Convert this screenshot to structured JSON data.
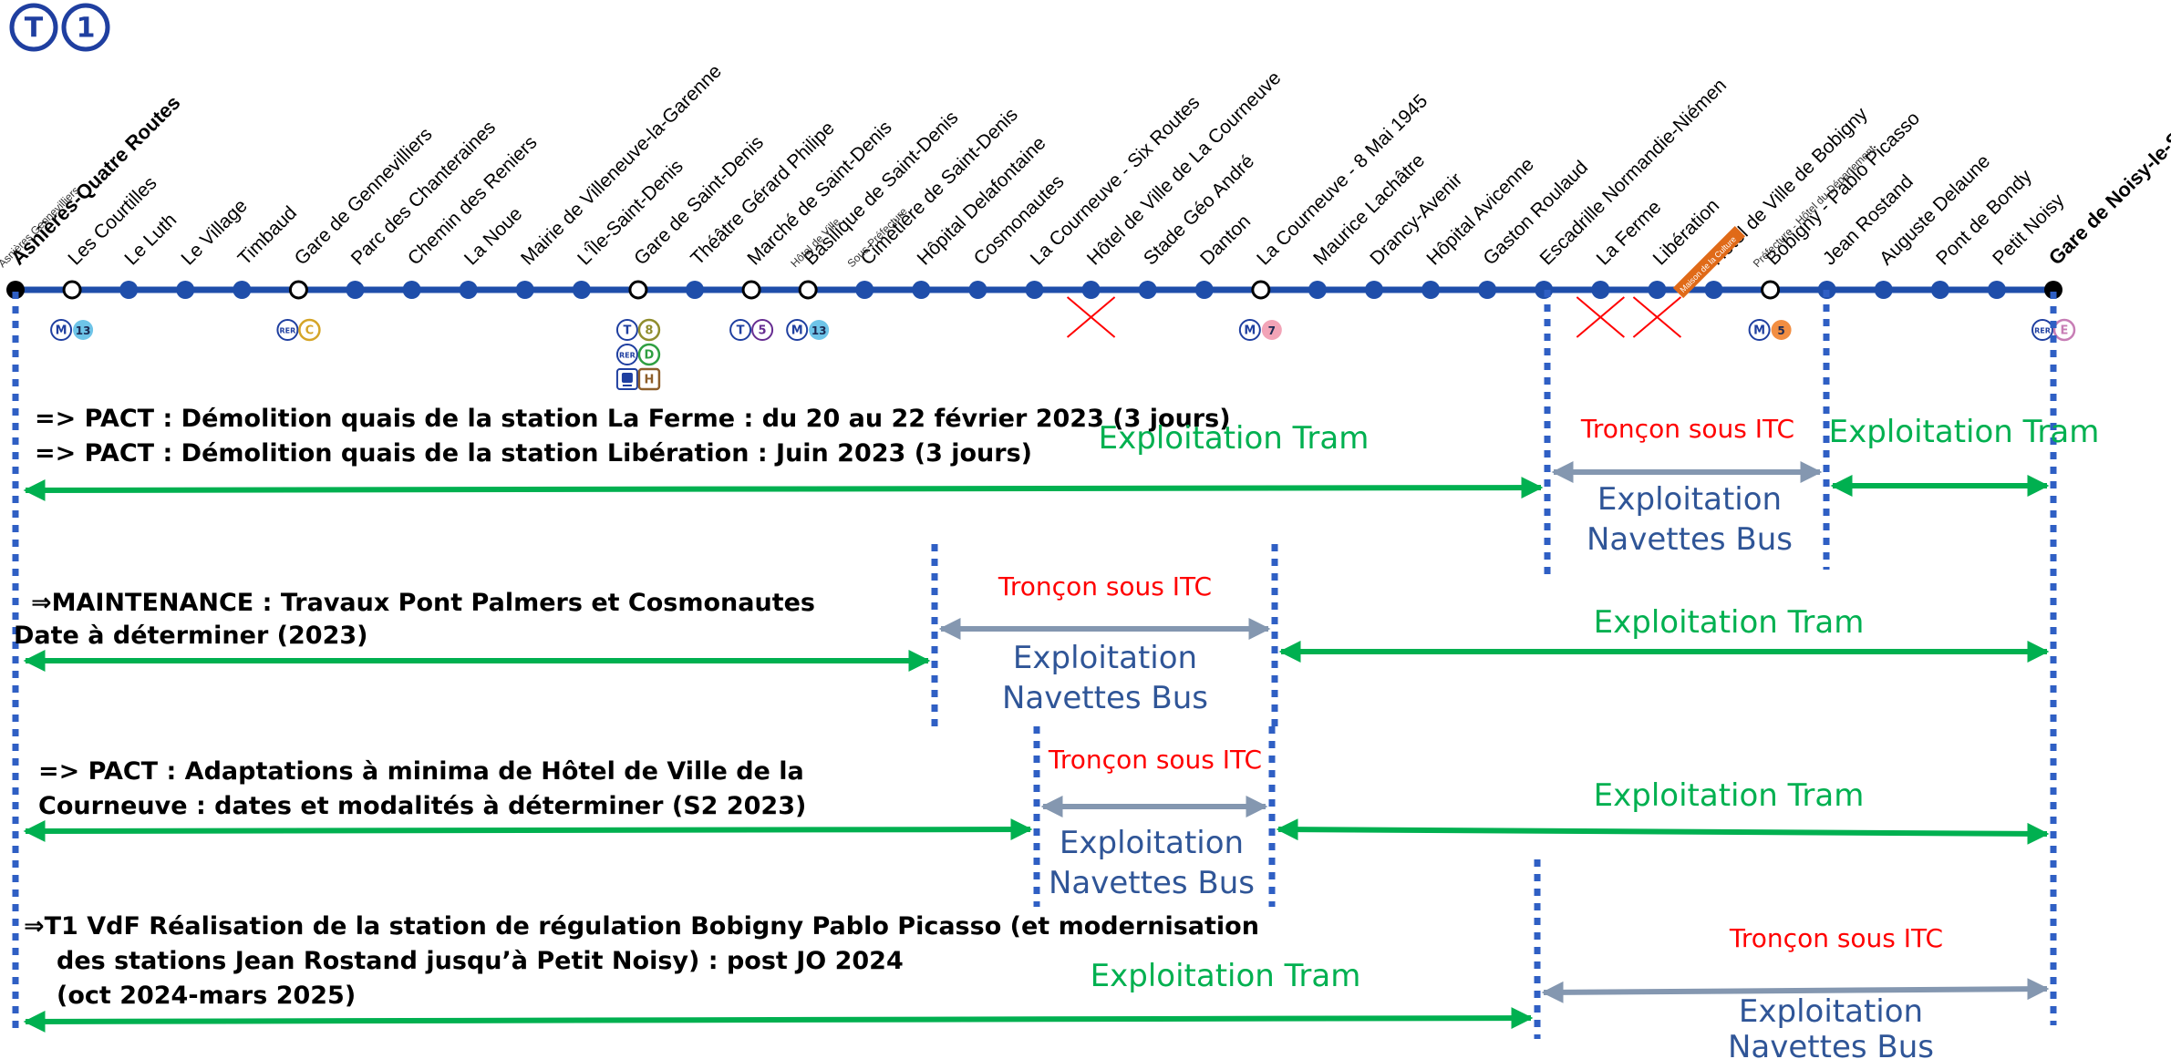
{
  "line": {
    "logo_letter": "T",
    "logo_number": "1",
    "color": "#1f4eaa"
  },
  "stations": [
    {
      "name": "Asnières-Quatre Routes",
      "sub": "Asnières Gennevilliers",
      "terminus": true
    },
    {
      "name": "Les Courtilles",
      "type": "corr",
      "corr": [
        {
          "t": "circle",
          "txt": "M"
        },
        {
          "t": "fill",
          "txt": "13",
          "c": "#6ec4e8"
        }
      ]
    },
    {
      "name": "Le Luth"
    },
    {
      "name": "Le Village"
    },
    {
      "name": "Timbaud"
    },
    {
      "name": "Gare de Gennevilliers",
      "type": "corr",
      "corr": [
        {
          "t": "circle",
          "txt": "RER"
        },
        {
          "t": "ring",
          "txt": "C",
          "c": "#d5a528"
        }
      ]
    },
    {
      "name": "Parc des Chanteraines"
    },
    {
      "name": "Chemin des Reniers"
    },
    {
      "name": "La Noue"
    },
    {
      "name": "Mairie de Villeneuve-la-Garenne"
    },
    {
      "name": "L'Île-Saint-Denis"
    },
    {
      "name": "Gare de Saint-Denis",
      "type": "corr",
      "corr": [
        {
          "t": "circle",
          "txt": "T"
        },
        {
          "t": "ring",
          "txt": "8",
          "c": "#8f8d2d"
        }
      ],
      "corr2": [
        {
          "t": "circle",
          "txt": "RER"
        },
        {
          "t": "ring",
          "txt": "D",
          "c": "#2e9f41"
        }
      ],
      "corr3": [
        {
          "t": "square",
          "txt": "🚆"
        },
        {
          "t": "sqring",
          "txt": "H",
          "c": "#8d5e2a"
        }
      ]
    },
    {
      "name": "Théâtre Gérard Philipe"
    },
    {
      "name": "Marché de Saint-Denis",
      "type": "corr",
      "corr": [
        {
          "t": "circle",
          "txt": "T"
        },
        {
          "t": "circle",
          "txt": "5",
          "c": "#662c91"
        }
      ]
    },
    {
      "name": "Basilique de Saint-Denis",
      "sub": "Hôtel de Ville",
      "type": "corr",
      "corr": [
        {
          "t": "circle",
          "txt": "M"
        },
        {
          "t": "fill",
          "txt": "13",
          "c": "#6ec4e8"
        }
      ]
    },
    {
      "name": "Cimetière de Saint-Denis",
      "sub": "Sous-Préfecture"
    },
    {
      "name": "Hôpital Delafontaine"
    },
    {
      "name": "Cosmonautes"
    },
    {
      "name": "La Courneuve - Six Routes"
    },
    {
      "name": "Hôtel de Ville de La Courneuve",
      "cross": true
    },
    {
      "name": "Stade Géo André"
    },
    {
      "name": "Danton"
    },
    {
      "name": "La Courneuve - 8 Mai 1945",
      "type": "corr",
      "corr": [
        {
          "t": "circle",
          "txt": "M"
        },
        {
          "t": "fill",
          "txt": "7",
          "c": "#f2a4b7"
        }
      ]
    },
    {
      "name": "Maurice Lachâtre"
    },
    {
      "name": "Drancy-Avenir"
    },
    {
      "name": "Hôpital Avicenne"
    },
    {
      "name": "Gaston Roulaud"
    },
    {
      "name": "Escadrille Normandie-Niémen"
    },
    {
      "name": "La Ferme",
      "cross": true
    },
    {
      "name": "Libération",
      "cross": true
    },
    {
      "name": "Hôtel de Ville de Bobigny",
      "tag": "Maison de la Culture"
    },
    {
      "name": "Bobigny - Pablo Picasso",
      "sub": "Préfecture - Hôtel du Département",
      "type": "corr",
      "corr": [
        {
          "t": "circle",
          "txt": "M"
        },
        {
          "t": "fill",
          "txt": "5",
          "c": "#f28e42"
        }
      ]
    },
    {
      "name": "Jean Rostand"
    },
    {
      "name": "Auguste Delaune"
    },
    {
      "name": "Pont de Bondy"
    },
    {
      "name": "Petit Noisy"
    },
    {
      "name": "Gare de Noisy-le-Sec",
      "terminus": true,
      "corr": [
        {
          "t": "circle",
          "txt": "RER"
        },
        {
          "t": "ring",
          "txt": "E",
          "c": "#c77db5"
        }
      ]
    }
  ],
  "scenarios": [
    {
      "notes": [
        "=> PACT : Démolition quais de la station La Ferme : du 20 au 22 février 2023 (3 jours)",
        "=> PACT : Démolition quais de la station Libération : Juin 2023 (3 jours)"
      ],
      "tram_label_1": "Exploitation Tram",
      "itc_label": "Tronçon sous ITC",
      "bus_label_line1": "Exploitation",
      "bus_label_line2": "Navettes Bus",
      "tram_label_2": "Exploitation Tram"
    },
    {
      "notes": [
        "⇒MAINTENANCE : Travaux Pont Palmers et Cosmonautes",
        "Date à déterminer (2023)"
      ],
      "itc_label": "Tronçon sous ITC",
      "bus_label_line1": "Exploitation",
      "bus_label_line2": "Navettes Bus",
      "tram_label_2": "Exploitation Tram"
    },
    {
      "notes": [
        "=> PACT : Adaptations à minima de Hôtel de Ville de la",
        "Courneuve : dates et modalités à déterminer (S2 2023)"
      ],
      "itc_label": "Tronçon sous ITC",
      "bus_label_line1": "Exploitation",
      "bus_label_line2": "Navettes Bus",
      "tram_label_2": "Exploitation Tram"
    },
    {
      "notes": [
        "⇒T1 VdF Réalisation de la station de régulation Bobigny Pablo Picasso (et modernisation",
        "des stations Jean Rostand jusqu’à Petit Noisy) : post JO 2024",
        "(oct 2024-mars 2025)"
      ],
      "tram_label_1": "Exploitation Tram",
      "itc_label": "Tronçon sous ITC",
      "bus_label_line1": "Exploitation",
      "bus_label_line2": "Navettes Bus"
    }
  ],
  "colors": {
    "tram": "#00b050",
    "bus": "#8497b0",
    "itc": "#ff0000",
    "divider": "#2f5fc4",
    "line": "#1f4eaa"
  }
}
